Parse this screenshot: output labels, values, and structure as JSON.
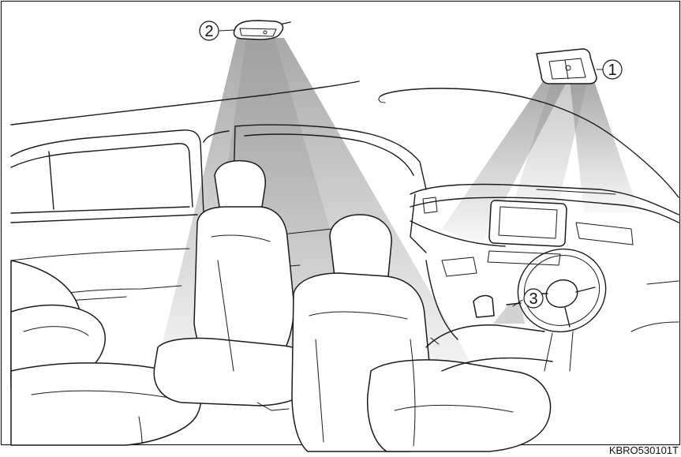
{
  "figure": {
    "reference_code": "KBRO530101T",
    "callouts": [
      {
        "id": "1",
        "label": "1"
      },
      {
        "id": "2",
        "label": "2"
      },
      {
        "id": "3",
        "label": "3"
      }
    ]
  },
  "colors": {
    "line": "#1a1a1a",
    "light_beam": "#8c8c8c",
    "background": "#ffffff"
  }
}
